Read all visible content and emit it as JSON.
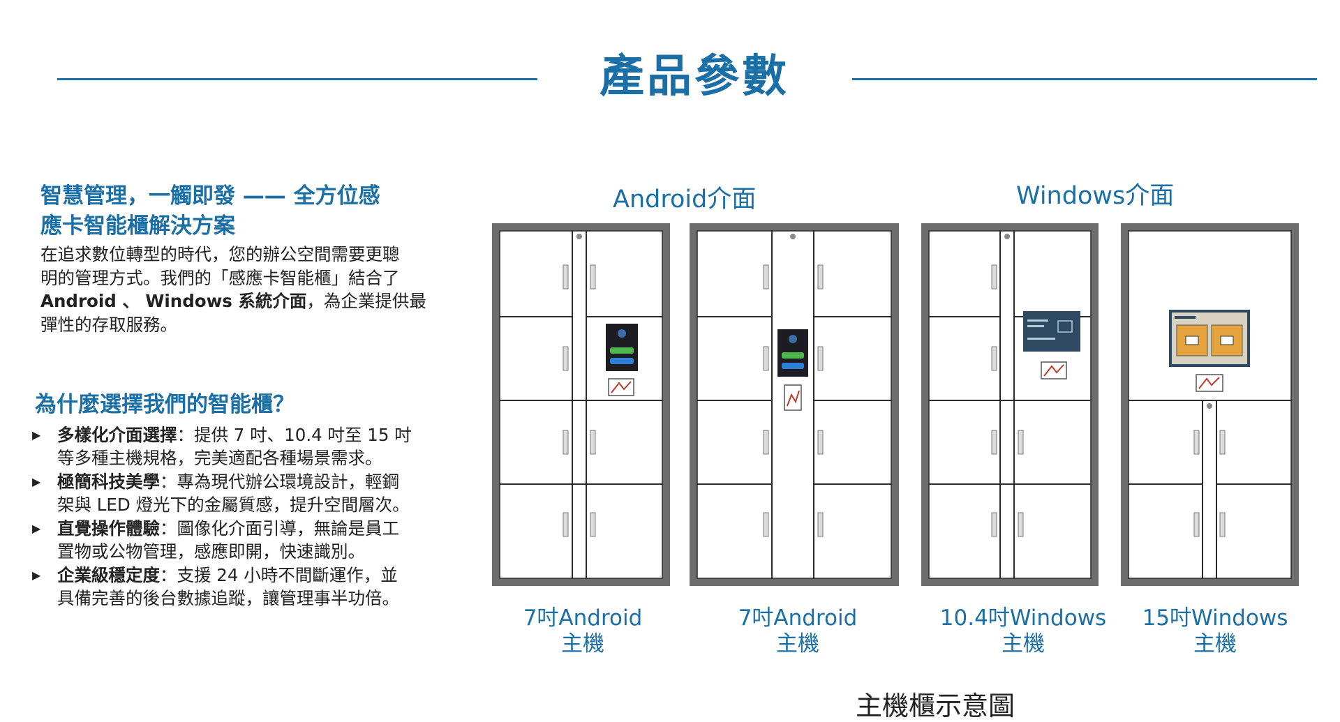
{
  "page_title": "產品參數",
  "intro": {
    "heading_line1": "智慧管理，一觸即發 —— 全方位感",
    "heading_line2": "應卡智能櫃解決方案",
    "body_line1": "在追求數位轉型的時代，您的辦公空間需要更聰",
    "body_line2": "明的管理方式。我們的「感應卡智能櫃」結合了",
    "body_line3_bold": "Android 、 Windows 系統介面",
    "body_line3_rest": "，為企業提供最",
    "body_line4": "彈性的存取服務。"
  },
  "why": {
    "heading": "為什麼選擇我們的智能櫃？",
    "items": [
      {
        "bold": "多樣化介面選擇",
        "line1": "：提供 7 吋、10.4 吋至 15 吋",
        "line2": "等多種主機規格，完美適配各種場景需求。"
      },
      {
        "bold": "極簡科技美學",
        "line1": "：專為現代辦公環境設計，輕鋼",
        "line2": "架與 LED 燈光下的金屬質感，提升空間層次。"
      },
      {
        "bold": "直覺操作體驗",
        "line1": "：圖像化介面引導，無論是員工",
        "line2": "置物或公物管理，感應即開，快速識別。"
      },
      {
        "bold": "企業級穩定度",
        "line1": "：支援 24 小時不間斷運作，並",
        "line2": "具備完善的後台數據追蹤，讓管理事半功倍。"
      }
    ]
  },
  "ui_labels": {
    "android": "Android介面",
    "windows": "Windows介面"
  },
  "models": [
    {
      "line1": "7吋Android",
      "line2": "主機"
    },
    {
      "line1": "7吋Android",
      "line2": "主機"
    },
    {
      "line1": "10.4吋Windows",
      "line2": "主機"
    },
    {
      "line1": "15吋Windows",
      "line2": "主機"
    }
  ],
  "caption": "主機櫃示意圖",
  "colors": {
    "accent": "#1a6fa6",
    "cabinet_frame": "#6d6d6d",
    "android_screen": "#1c1c22",
    "windows_screen": "#2d4a62"
  }
}
